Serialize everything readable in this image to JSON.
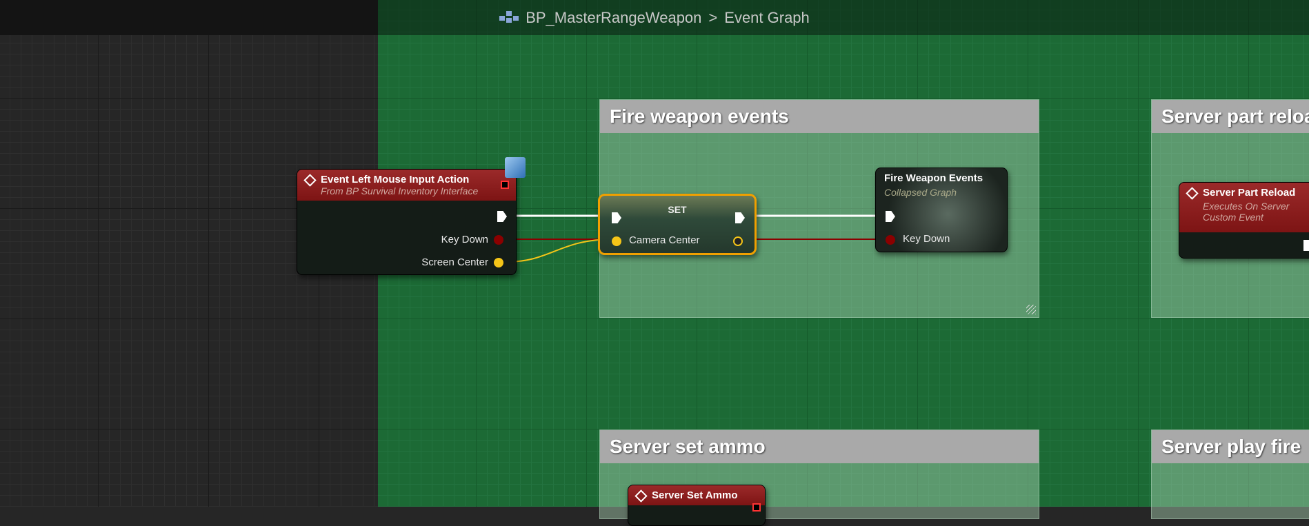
{
  "header": {
    "blueprint": "BP_MasterRangeWeapon",
    "separator": ">",
    "graph": "Event Graph",
    "icon": "blueprint-icon"
  },
  "comments": [
    {
      "title": "Fire weapon events"
    },
    {
      "title": "Server part reload"
    },
    {
      "title": "Server set ammo"
    },
    {
      "title": "Server play fire"
    }
  ],
  "nodes": {
    "event_lmb": {
      "title": "Event Left Mouse Input Action",
      "subtitle": "From BP Survival Inventory Interface",
      "pins": [
        "Key Down",
        "Screen Center"
      ],
      "icon": "interface-icon"
    },
    "set": {
      "title": "SET",
      "pin": "Camera Center"
    },
    "fire_weapon_events": {
      "title": "Fire Weapon Events",
      "subtitle": "Collapsed Graph",
      "pin": "Key Down"
    },
    "server_part_reload": {
      "title": "Server Part Reload",
      "subtitle": "Executes On Server",
      "subtitle2": "Custom Event"
    },
    "server_set_ammo": {
      "title": "Server Set Ammo"
    }
  },
  "colors": {
    "exec": "#ffffff",
    "bool": "#8b0000",
    "vector": "#f5c518",
    "event_header": "#8b1a1a",
    "selection": "#f0a000"
  }
}
